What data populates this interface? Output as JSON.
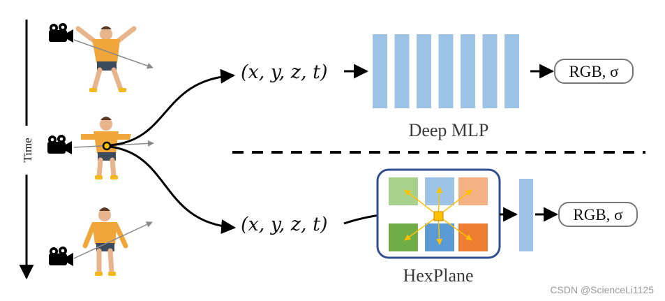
{
  "time_axis": {
    "label": "Time"
  },
  "top_branch": {
    "input": "(x, y, z, t)",
    "model_label": "Deep MLP",
    "output": "RGB, σ",
    "layer_count": 7,
    "layer_color": "#9dc3e6"
  },
  "bottom_branch": {
    "input": "(x, y, z, t)",
    "model_label": "HexPlane",
    "output": "RGB, σ",
    "plane_colors": [
      "#a9d18e",
      "#9dc3e6",
      "#f4b183",
      "#70ad47",
      "#5b9bd5",
      "#ed7d31"
    ],
    "frame_color": "#2f4f8f",
    "point_color": "#ffc000",
    "arrow_color": "#ffc000",
    "head_color": "#9dc3e6"
  },
  "figure_colors": {
    "shirt": "#f0a63a",
    "skin": "#e7b48c",
    "shorts": "#3c4a5e",
    "shoes": "#f3b81c"
  },
  "watermark": "CSDN @ScienceLi1125"
}
